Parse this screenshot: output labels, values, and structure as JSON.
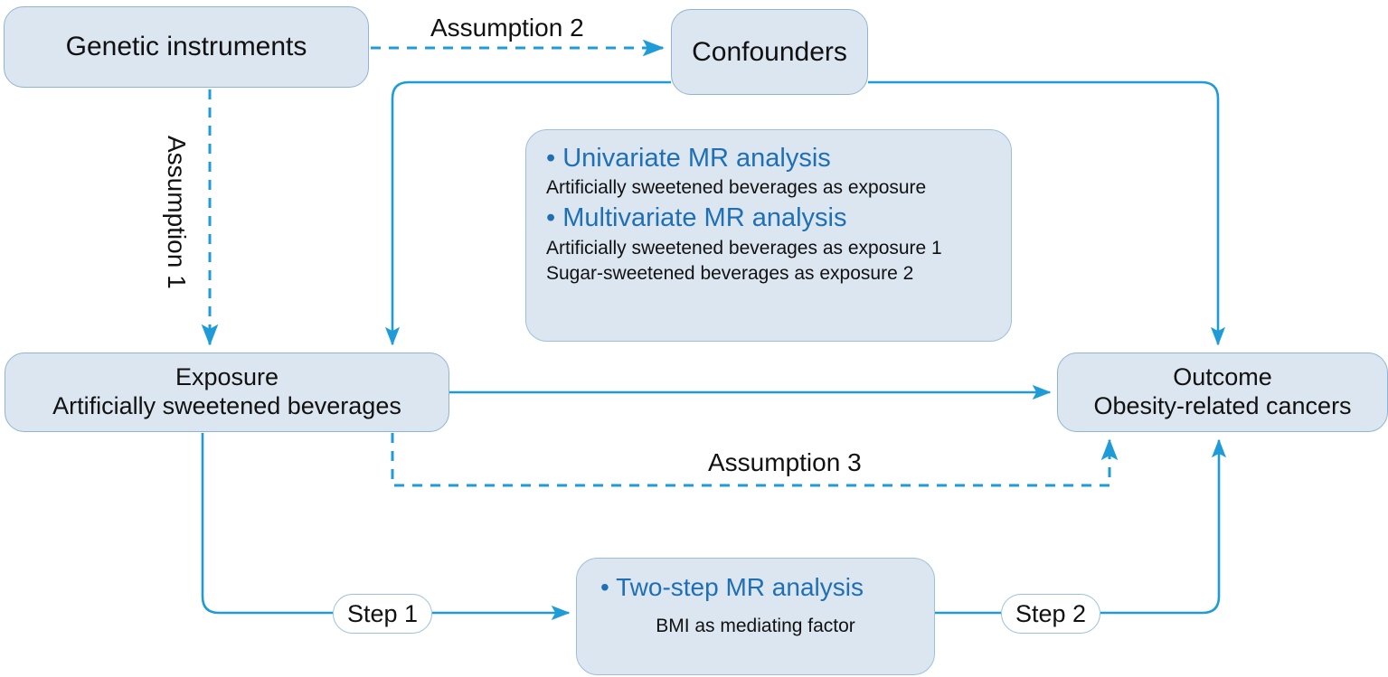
{
  "diagram": {
    "title": "Mendelian randomization study design flowchart",
    "colors": {
      "node_fill": "#dce6f0",
      "node_border": "#8fb4d4",
      "wire": "#1f9cd8",
      "heading_blue": "#1f6fb5",
      "text": "#111111",
      "background": "#ffffff"
    },
    "nodes": {
      "genetic_instruments": {
        "label": "Genetic instruments"
      },
      "confounders": {
        "label": "Confounders"
      },
      "exposure": {
        "line1": "Exposure",
        "line2": "Artificially sweetened beverages"
      },
      "outcome": {
        "line1": "Outcome",
        "line2": "Obesity-related cancers"
      },
      "mr_box": {
        "bullet": "•",
        "univariate_head": "Univariate MR analysis",
        "univariate_sub": "Artificially sweetened beverages as exposure",
        "multivariate_head": "Multivariate MR analysis",
        "multivariate_sub1": "Artificially sweetened beverages as exposure 1",
        "multivariate_sub2": "Sugar-sweetened beverages as exposure 2"
      },
      "two_step_box": {
        "bullet": "•",
        "head": "Two-step MR analysis",
        "sub": "BMI as mediating factor"
      }
    },
    "edge_labels": {
      "assumption1": "Assumption 1",
      "assumption2": "Assumption 2",
      "assumption3": "Assumption 3",
      "step1": "Step 1",
      "step2": "Step 2"
    }
  }
}
